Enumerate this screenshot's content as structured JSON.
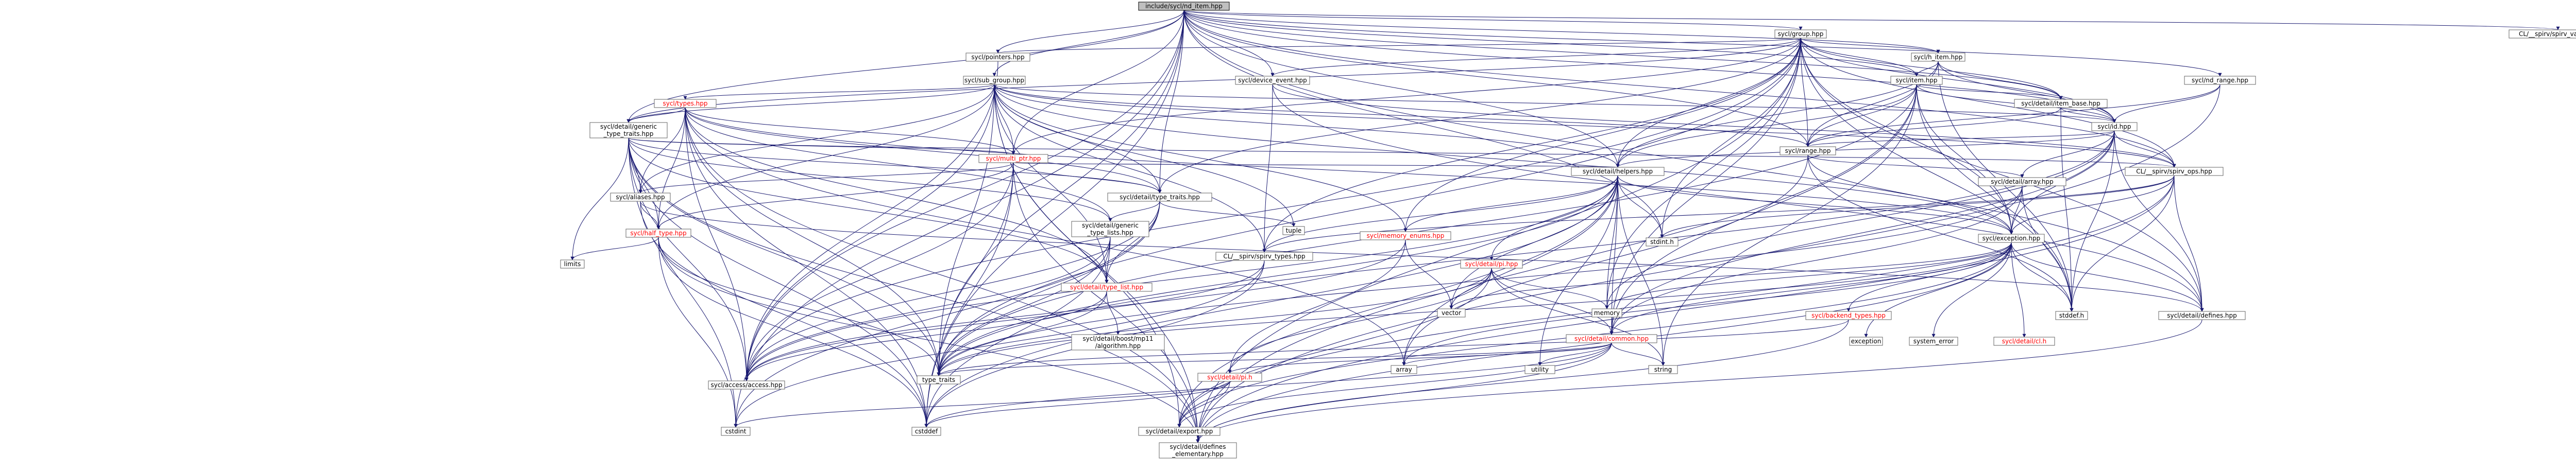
{
  "nodes": [
    {
      "id": "n0",
      "label": "include/sycl/nd_item.hpp",
      "root": true
    },
    {
      "id": "n1",
      "label": "sycl/group.hpp"
    },
    {
      "id": "n2",
      "label": "CL/__spirv/spirv_vars.hpp"
    },
    {
      "id": "n3",
      "label": "sycl/pointers.hpp"
    },
    {
      "id": "n4",
      "label": "sycl/h_item.hpp"
    },
    {
      "id": "n5",
      "label": "sycl/sub_group.hpp"
    },
    {
      "id": "n6",
      "label": "sycl/device_event.hpp"
    },
    {
      "id": "n7",
      "label": "sycl/item.hpp"
    },
    {
      "id": "n8",
      "label": "sycl/nd_range.hpp"
    },
    {
      "id": "n9",
      "label": "sycl/types.hpp",
      "red": true
    },
    {
      "id": "n10",
      "label": "sycl/detail/generic_type_traits.hpp",
      "lines": [
        "sycl/detail/generic",
        "_type_traits.hpp"
      ]
    },
    {
      "id": "n11",
      "label": "sycl/detail/item_base.hpp"
    },
    {
      "id": "n12",
      "label": "sycl/id.hpp"
    },
    {
      "id": "n13",
      "label": "sycl/multi_ptr.hpp",
      "red": true
    },
    {
      "id": "n14",
      "label": "sycl/range.hpp"
    },
    {
      "id": "n15",
      "label": "sycl/aliases.hpp"
    },
    {
      "id": "n16",
      "label": "sycl/detail/type_traits.hpp"
    },
    {
      "id": "n17",
      "label": "sycl/detail/helpers.hpp"
    },
    {
      "id": "n18",
      "label": "sycl/detail/array.hpp"
    },
    {
      "id": "n19",
      "label": "CL/__spirv/spirv_ops.hpp"
    },
    {
      "id": "n20",
      "label": "sycl/half_type.hpp",
      "red": true
    },
    {
      "id": "n21",
      "label": "sycl/detail/generic_type_lists.hpp",
      "lines": [
        "sycl/detail/generic",
        "_type_lists.hpp"
      ]
    },
    {
      "id": "n22",
      "label": "tuple"
    },
    {
      "id": "n23",
      "label": "CL/__spirv/spirv_types.hpp"
    },
    {
      "id": "n24",
      "label": "sycl/memory_enums.hpp",
      "red": true
    },
    {
      "id": "n25",
      "label": "sycl/detail/pi.hpp",
      "red": true
    },
    {
      "id": "n26",
      "label": "stdint.h"
    },
    {
      "id": "n27",
      "label": "sycl/exception.hpp"
    },
    {
      "id": "n28",
      "label": "limits"
    },
    {
      "id": "n29",
      "label": "sycl/detail/type_list.hpp",
      "red": true
    },
    {
      "id": "n30",
      "label": "vector"
    },
    {
      "id": "n31",
      "label": "memory"
    },
    {
      "id": "n32",
      "label": "sycl/backend_types.hpp",
      "red": true
    },
    {
      "id": "n33",
      "label": "exception"
    },
    {
      "id": "n34",
      "label": "system_error"
    },
    {
      "id": "n35",
      "label": "sycl/detail/cl.h",
      "red": true
    },
    {
      "id": "n36",
      "label": "cstddef.h",
      "display": "stddef.h"
    },
    {
      "id": "n37",
      "label": "sycl/detail/defines.hpp"
    },
    {
      "id": "n38",
      "label": "sycl/detail/boost/mp11/algorithm.hpp",
      "lines": [
        "sycl/detail/boost/mp11",
        "/algorithm.hpp"
      ]
    },
    {
      "id": "n39",
      "label": "sycl/detail/common.hpp",
      "red": true
    },
    {
      "id": "n40",
      "label": "type_traits"
    },
    {
      "id": "n41",
      "label": "array"
    },
    {
      "id": "n42",
      "label": "utility"
    },
    {
      "id": "n43",
      "label": "string"
    },
    {
      "id": "n44",
      "label": "sycl/access/access.hpp"
    },
    {
      "id": "n45",
      "label": "sycl/detail/pi.h",
      "red": true
    },
    {
      "id": "n46",
      "label": "cstdint"
    },
    {
      "id": "n47",
      "label": "cstddef"
    },
    {
      "id": "n48",
      "label": "sycl/detail/export.hpp"
    },
    {
      "id": "n49",
      "label": "sycl/detail/defines_elementary.hpp",
      "lines": [
        "sycl/detail/defines",
        "_elementary.hpp"
      ]
    }
  ]
}
